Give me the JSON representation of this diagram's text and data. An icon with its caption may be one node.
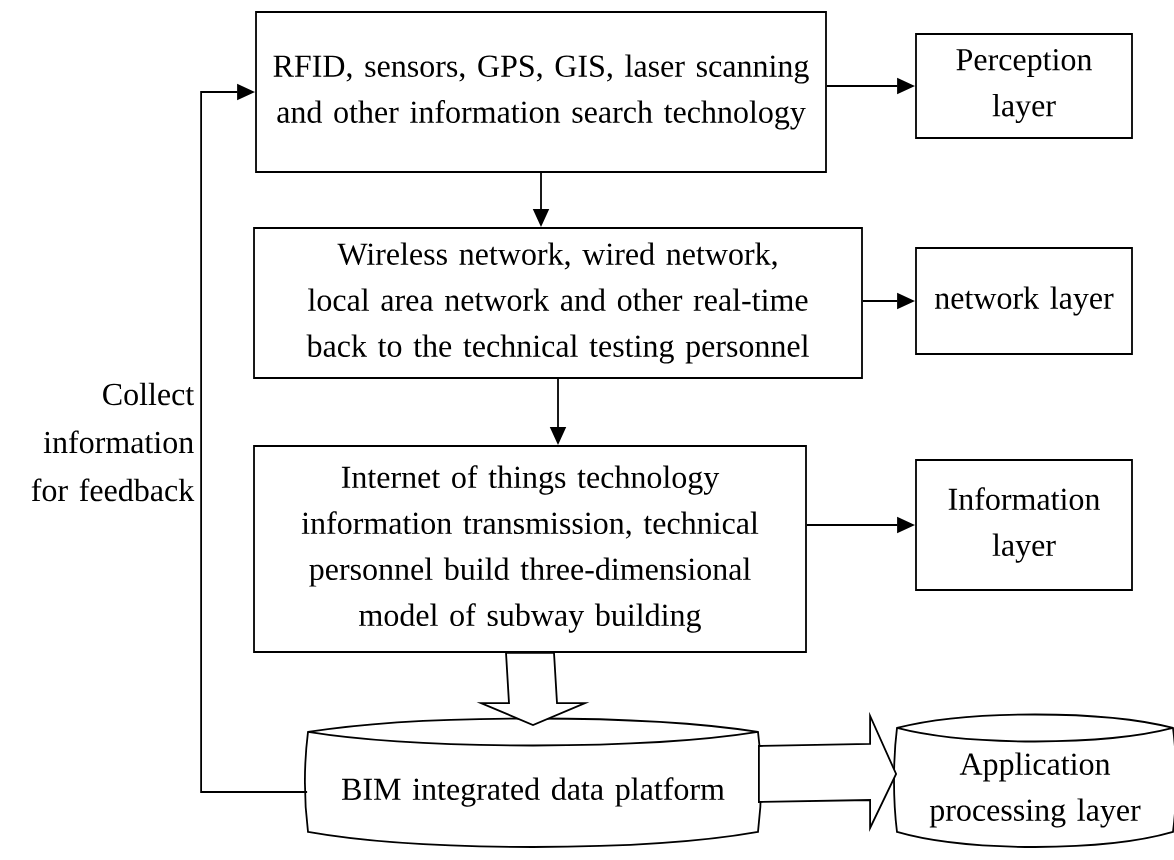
{
  "diagram": {
    "nodes": [
      {
        "text": [
          "RFID, sensors, GPS, GIS, laser scanning and other information search technology"
        ]
      },
      {
        "text": [
          "Perception layer"
        ]
      },
      {
        "text": [
          "Wireless network, wired network, local area network and other real-time back to the technical testing personnel"
        ]
      },
      {
        "text": [
          "network layer"
        ]
      },
      {
        "text": [
          "Internet of things technology information transmission, technical personnel build three-dimensional model of subway building"
        ]
      },
      {
        "text": [
          "Information layer"
        ]
      },
      {
        "text": [
          "BIM integrated data platform"
        ]
      },
      {
        "text": [
          "Application processing layer"
        ]
      }
    ],
    "edges": [
      {
        "from": 0,
        "to": 1,
        "arrow": "to"
      },
      {
        "from": 0,
        "to": 2,
        "arrow": "to"
      },
      {
        "from": 2,
        "to": 3,
        "arrow": "to"
      },
      {
        "from": 2,
        "to": 4,
        "arrow": "to"
      },
      {
        "from": 4,
        "to": 5,
        "arrow": "to"
      },
      {
        "from": 4,
        "to": 6,
        "arrow": "to",
        "style": "thick"
      },
      {
        "from": 6,
        "to": 7,
        "arrow": "to",
        "style": "thick"
      },
      {
        "from": 6,
        "to": 0,
        "arrow": "to",
        "label": "Collect information for feedback"
      }
    ]
  }
}
